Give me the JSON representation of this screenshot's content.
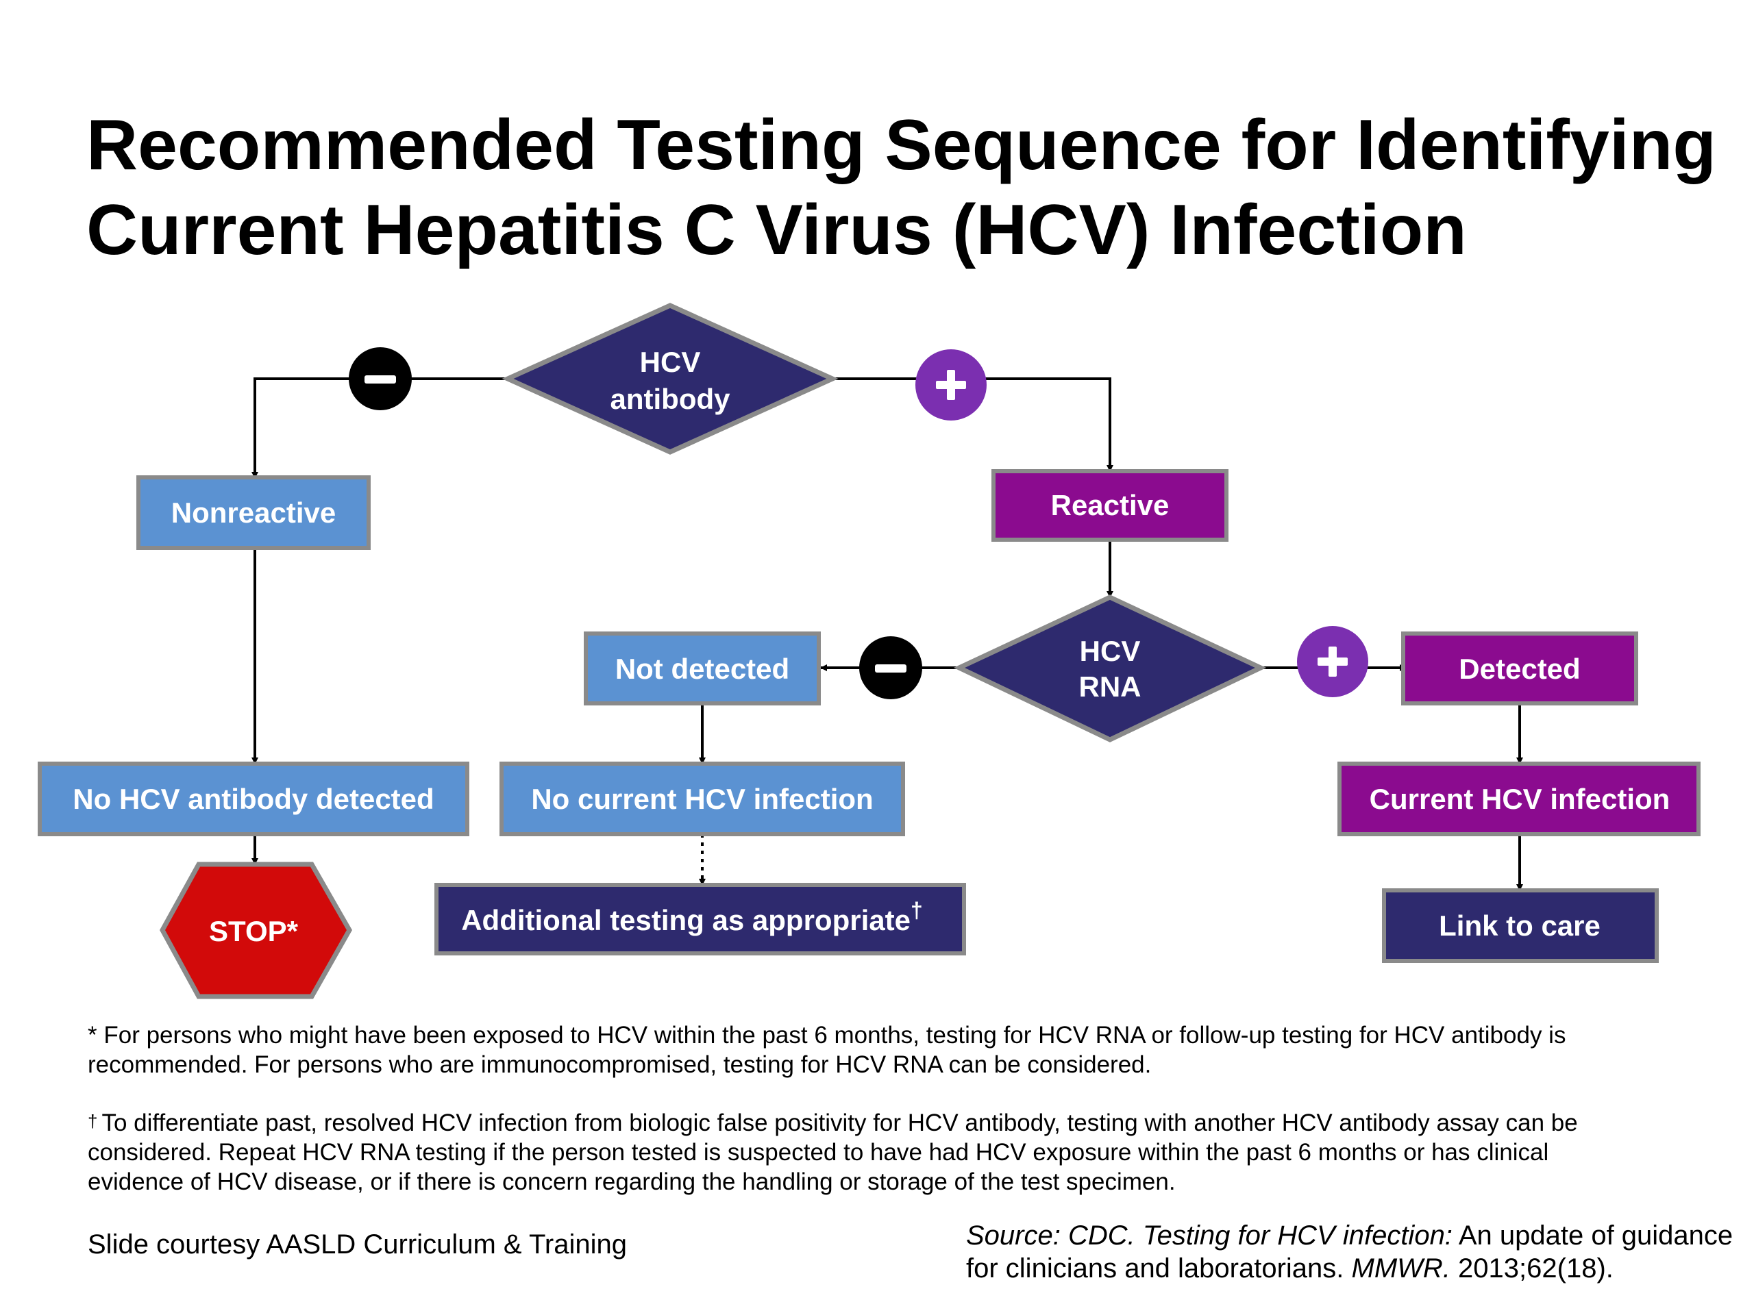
{
  "title": {
    "line1": "Recommended Testing Sequence for Identifying",
    "line2": "Current Hepatitis C Virus (HCV) Infection"
  },
  "colors": {
    "dark_navy": "#2e2a6e",
    "light_blue": "#5b92d2",
    "purple": "#8b0b8f",
    "plus_circle": "#7b2fb0",
    "minus_circle": "#000000",
    "stop_red": "#d20a0a",
    "box_border": "#8a8a8a"
  },
  "icons": {
    "minus": "minus-circle-icon",
    "plus": "plus-circle-icon"
  },
  "flowchart": {
    "hcv_antibody": {
      "line1": "HCV",
      "line2": "antibody"
    },
    "antibody_negative_sign": "−",
    "antibody_positive_sign": "+",
    "nonreactive": "Nonreactive",
    "reactive": "Reactive",
    "hcv_rna": {
      "line1": "HCV",
      "line2": "RNA"
    },
    "rna_negative_sign": "−",
    "rna_positive_sign": "+",
    "not_detected": "Not detected",
    "detected": "Detected",
    "no_hcv_antibody_detected": "No HCV antibody detected",
    "no_current_hcv_infection": "No current HCV infection",
    "current_hcv_infection": "Current HCV infection",
    "stop": "STOP*",
    "additional_testing": "Additional testing as appropriate",
    "additional_testing_mark": "†",
    "link_to_care": "Link to care"
  },
  "footnotes": {
    "note1_mark": "*",
    "note1_line1": "For persons who might have been exposed to HCV within the past 6 months, testing for HCV RNA or follow-up testing for HCV antibody is",
    "note1_line2": "recommended. For persons who are immunocompromised, testing for HCV RNA can be considered.",
    "note2_mark": "†",
    "note2_line1": "To differentiate past, resolved HCV infection from biologic false positivity for HCV antibody, testing with another HCV antibody assay can be",
    "note2_line2": "considered. Repeat HCV RNA testing if the person tested is suspected to have had HCV exposure within the past 6 months or has clinical",
    "note2_line3": "evidence of HCV disease, or if there is concern regarding the handling or storage of the test specimen."
  },
  "courtesy": "Slide courtesy AASLD Curriculum & Training",
  "source": {
    "italic_part": "Source: CDC. Testing for HCV infection:",
    "regular_part1": " An update of guidance",
    "line2_part1": "for clinicians and laboratorians. ",
    "line2_italic": "MMWR.",
    "line2_part2": " 2013;62(18)."
  }
}
